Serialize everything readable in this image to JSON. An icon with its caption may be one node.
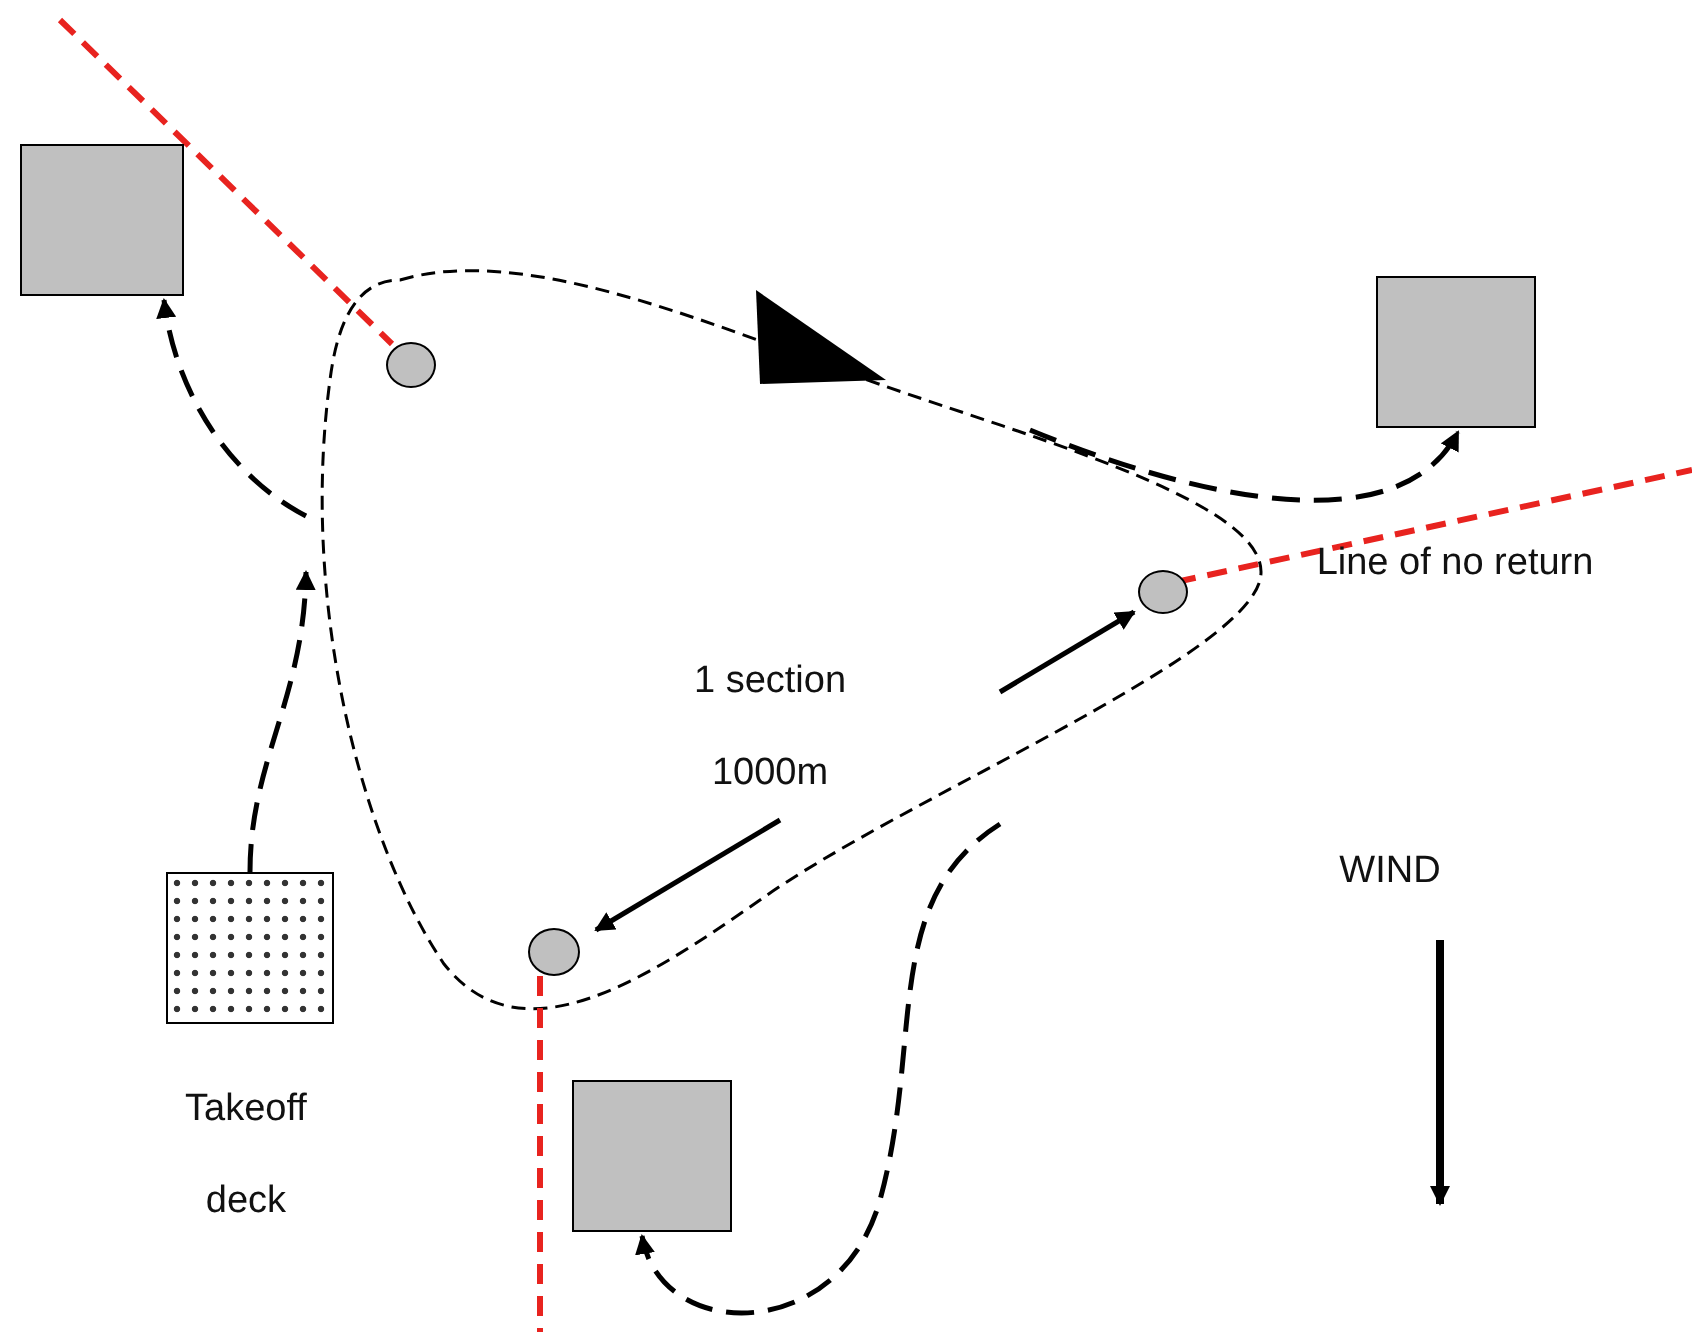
{
  "diagram": {
    "nodes": [
      {
        "text": [],
        "shape": "box"
      },
      {
        "text": [],
        "shape": "circle"
      },
      {
        "text": [],
        "shape": "box"
      },
      {
        "text": [],
        "shape": "circle"
      },
      {
        "text": [],
        "shape": "box",
        "beside": [
          "Takeoff deck"
        ]
      },
      {
        "text": [],
        "shape": "circle"
      },
      {
        "text": [],
        "shape": "box"
      }
    ],
    "edges": [
      {
        "from": 4,
        "to": null,
        "arrow": "to",
        "style": "dashed"
      },
      {
        "from": null,
        "to": 0,
        "arrow": "to",
        "style": "dashed"
      },
      {
        "from": null,
        "to": 2,
        "arrow": "to",
        "style": "dashed"
      },
      {
        "from": null,
        "to": 6,
        "arrow": "to",
        "style": "dashed"
      }
    ],
    "labels": [
      "Line of no return",
      "1 section 1000m",
      "WIND"
    ]
  }
}
